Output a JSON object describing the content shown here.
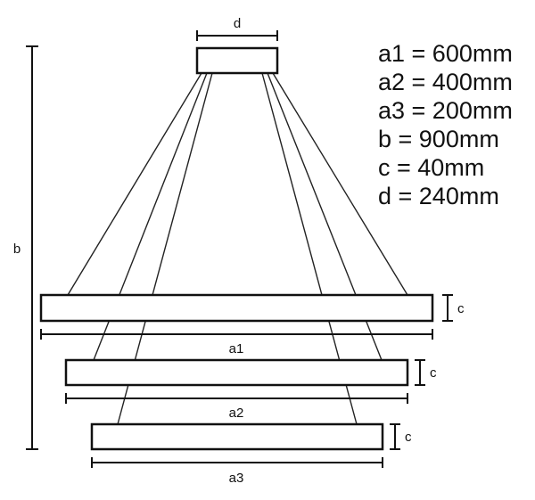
{
  "dimension_labels": {
    "d": "d",
    "b": "b",
    "a1": "a1",
    "a2": "a2",
    "a3": "a3",
    "c_top": "c",
    "c_mid": "c",
    "c_bottom": "c"
  },
  "specs": [
    "a1 = 600mm",
    "a2 = 400mm",
    "a3 = 200mm",
    "b = 900mm",
    "c = 40mm",
    "d = 240mm"
  ]
}
